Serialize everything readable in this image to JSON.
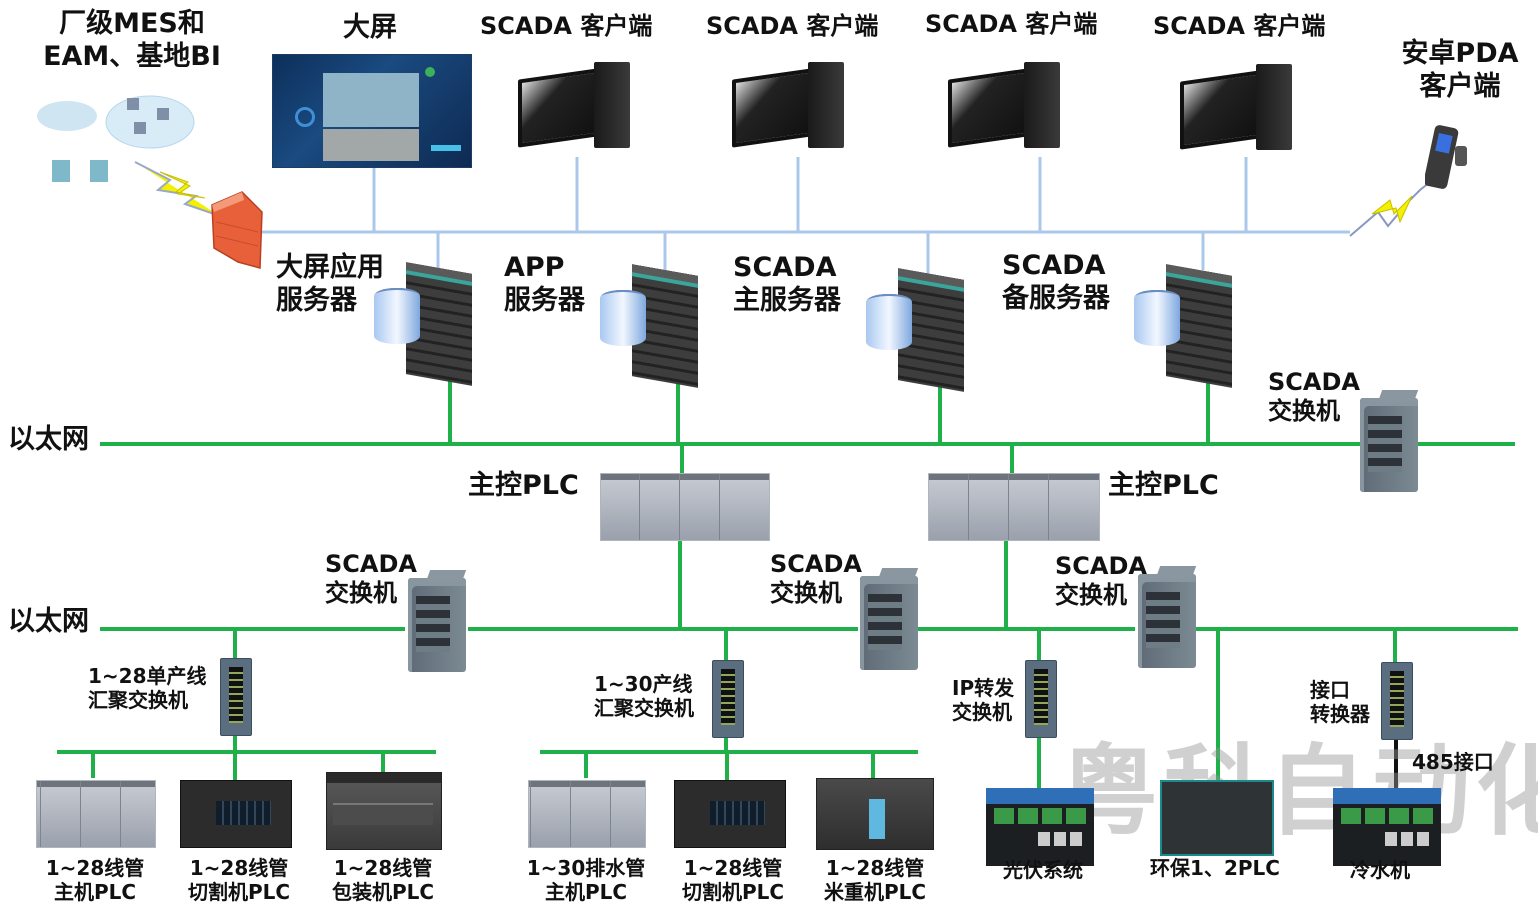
{
  "colors": {
    "ethernet_line": "#1fb04a",
    "top_network_line": "#a9c8ea",
    "serial_line": "#111111",
    "wireless_bolt": "#f3f000",
    "firewall": "#e8603a"
  },
  "top_layer": {
    "mes": "厂级MES和\nEAM、基地BI",
    "big_screen": "大屏",
    "scada_clients": [
      "SCADA 客户端",
      "SCADA 客户端",
      "SCADA 客户端",
      "SCADA 客户端"
    ],
    "pda": "安卓PDA\n客户端"
  },
  "servers": [
    {
      "label": "大屏应用\n服务器"
    },
    {
      "label": "APP\n服务器"
    },
    {
      "label": "SCADA\n主服务器"
    },
    {
      "label": "SCADA\n备服务器"
    }
  ],
  "ethernet_label": "以太网",
  "ethernet_label_2": "以太网",
  "switches": {
    "top_right": "SCADA\n交换机",
    "left": "SCADA\n交换机",
    "middle": "SCADA\n交换机",
    "right": "SCADA\n交换机"
  },
  "main_plcs": [
    "主控PLC",
    "主控PLC"
  ],
  "aggregation": {
    "group1": "1~28单产线\n汇聚交换机",
    "group2": "1~30产线\n汇聚交换机",
    "ip_switch": "IP转发\n交换机",
    "converter": "接口\n转换器",
    "port_485": "485接口"
  },
  "field_devices": {
    "group1": [
      "1~28线管\n主机PLC",
      "1~28线管\n切割机PLC",
      "1~28线管\n包装机PLC"
    ],
    "group2": [
      "1~30排水管\n主机PLC",
      "1~28线管\n切割机PLC",
      "1~28线管\n米重机PLC"
    ],
    "others": [
      "光伏系统",
      "环保1、2PLC",
      "冷水机"
    ]
  },
  "watermark": "粤科自动化"
}
